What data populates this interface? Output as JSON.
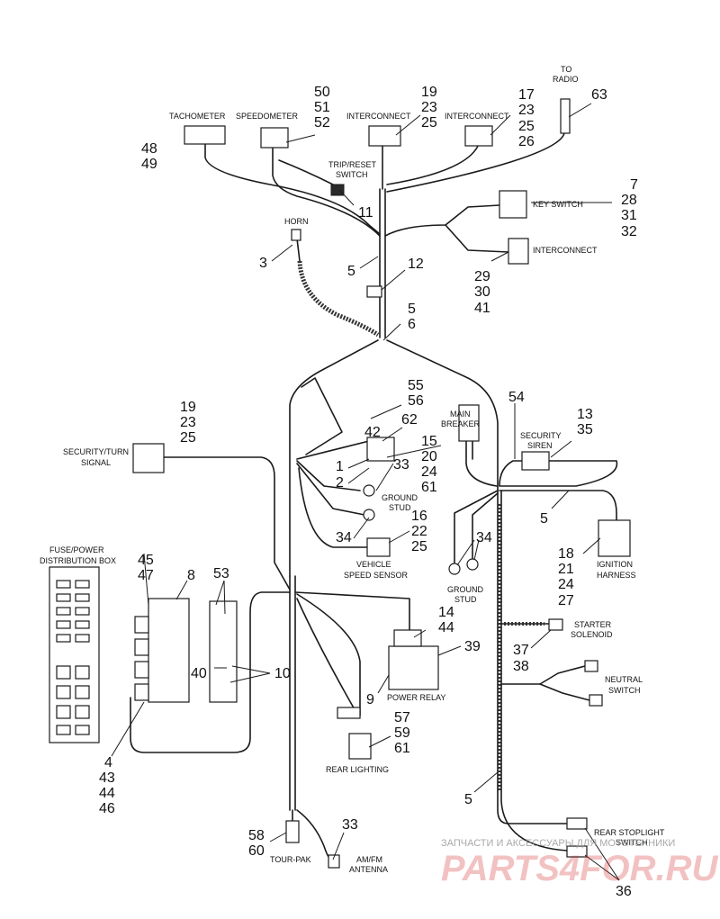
{
  "labels": {
    "tachometer": "TACHOMETER",
    "speedometer": "SPEEDOMETER",
    "interconnect_1": "INTERCONNECT",
    "interconnect_2": "INTERCONNECT",
    "interconnect_3": "INTERCONNECT",
    "to_radio_1": "TO",
    "to_radio_2": "RADIO",
    "trip_reset_1": "TRIP/RESET",
    "trip_reset_2": "SWITCH",
    "key_switch": "KEY SWITCH",
    "horn": "HORN",
    "main_breaker_1": "MAIN",
    "main_breaker_2": "BREAKER",
    "security_siren_1": "SECURITY",
    "security_siren_2": "SIREN",
    "security_turn_1": "SECURITY/TURN",
    "security_turn_2": "SIGNAL",
    "ground_stud_1a": "GROUND",
    "ground_stud_1b": "STUD",
    "ground_stud_2a": "GROUND",
    "ground_stud_2b": "STUD",
    "vss_1": "VEHICLE",
    "vss_2": "SPEED SENSOR",
    "ignition_1": "IGNITION",
    "ignition_2": "HARNESS",
    "fuse_box_1": "FUSE/POWER",
    "fuse_box_2": "DISTRIBUTION BOX",
    "starter_1": "STARTER",
    "starter_2": "SOLENOID",
    "power_relay": "POWER RELAY",
    "neutral_1": "NEUTRAL",
    "neutral_2": "SWITCH",
    "rear_lighting": "REAR LIGHTING",
    "rear_stoplight_1": "REAR STOPLIGHT",
    "rear_stoplight_2": "SWITCH",
    "tour_pak": "TOUR-PAK",
    "am_fm_1": "AM/FM",
    "am_fm_2": "ANTENNA"
  },
  "callouts": {
    "c48": "48",
    "c49": "49",
    "c50": "50",
    "c51": "51",
    "c52": "52",
    "c19a": "19",
    "c23a": "23",
    "c25a": "25",
    "c17": "17",
    "c23b": "23",
    "c25b": "25",
    "c26": "26",
    "c63": "63",
    "c11": "11",
    "c7": "7",
    "c28": "28",
    "c31": "31",
    "c32": "32",
    "c3": "3",
    "c5a": "5",
    "c12": "12",
    "c29": "29",
    "c30": "30",
    "c41": "41",
    "c5b": "5",
    "c6": "6",
    "c55": "55",
    "c56": "56",
    "c19b": "19",
    "c23c": "23",
    "c25c": "25",
    "c54": "54",
    "c13": "13",
    "c35": "35",
    "c62": "62",
    "c42": "42",
    "c15": "15",
    "c20": "20",
    "c24a": "24",
    "c61a": "61",
    "c1": "1",
    "c2": "2",
    "c33a": "33",
    "c5c": "5",
    "c16": "16",
    "c22": "22",
    "c25d": "25",
    "c34a": "34",
    "c34b": "34",
    "c45": "45",
    "c47": "47",
    "c8": "8",
    "c53": "53",
    "c18": "18",
    "c21": "21",
    "c24b": "24",
    "c27": "27",
    "c14": "14",
    "c44a": "44",
    "c39": "39",
    "c40": "40",
    "c10": "10",
    "c37": "37",
    "c38": "38",
    "c9": "9",
    "c57": "57",
    "c59": "59",
    "c61b": "61",
    "c4": "4",
    "c43": "43",
    "c44b": "44",
    "c46": "46",
    "c5d": "5",
    "c58": "58",
    "c60": "60",
    "c33b": "33",
    "c36": "36"
  },
  "watermark": {
    "top_line": "ЗАПЧАСТИ И АКСЕССУАРЫ ДЛЯ МОТОТЕХНИКИ",
    "brand": "PARTS4FOR.RU"
  },
  "colors": {
    "ink": "#1a1a1a",
    "watermark_red": "#d22828"
  }
}
